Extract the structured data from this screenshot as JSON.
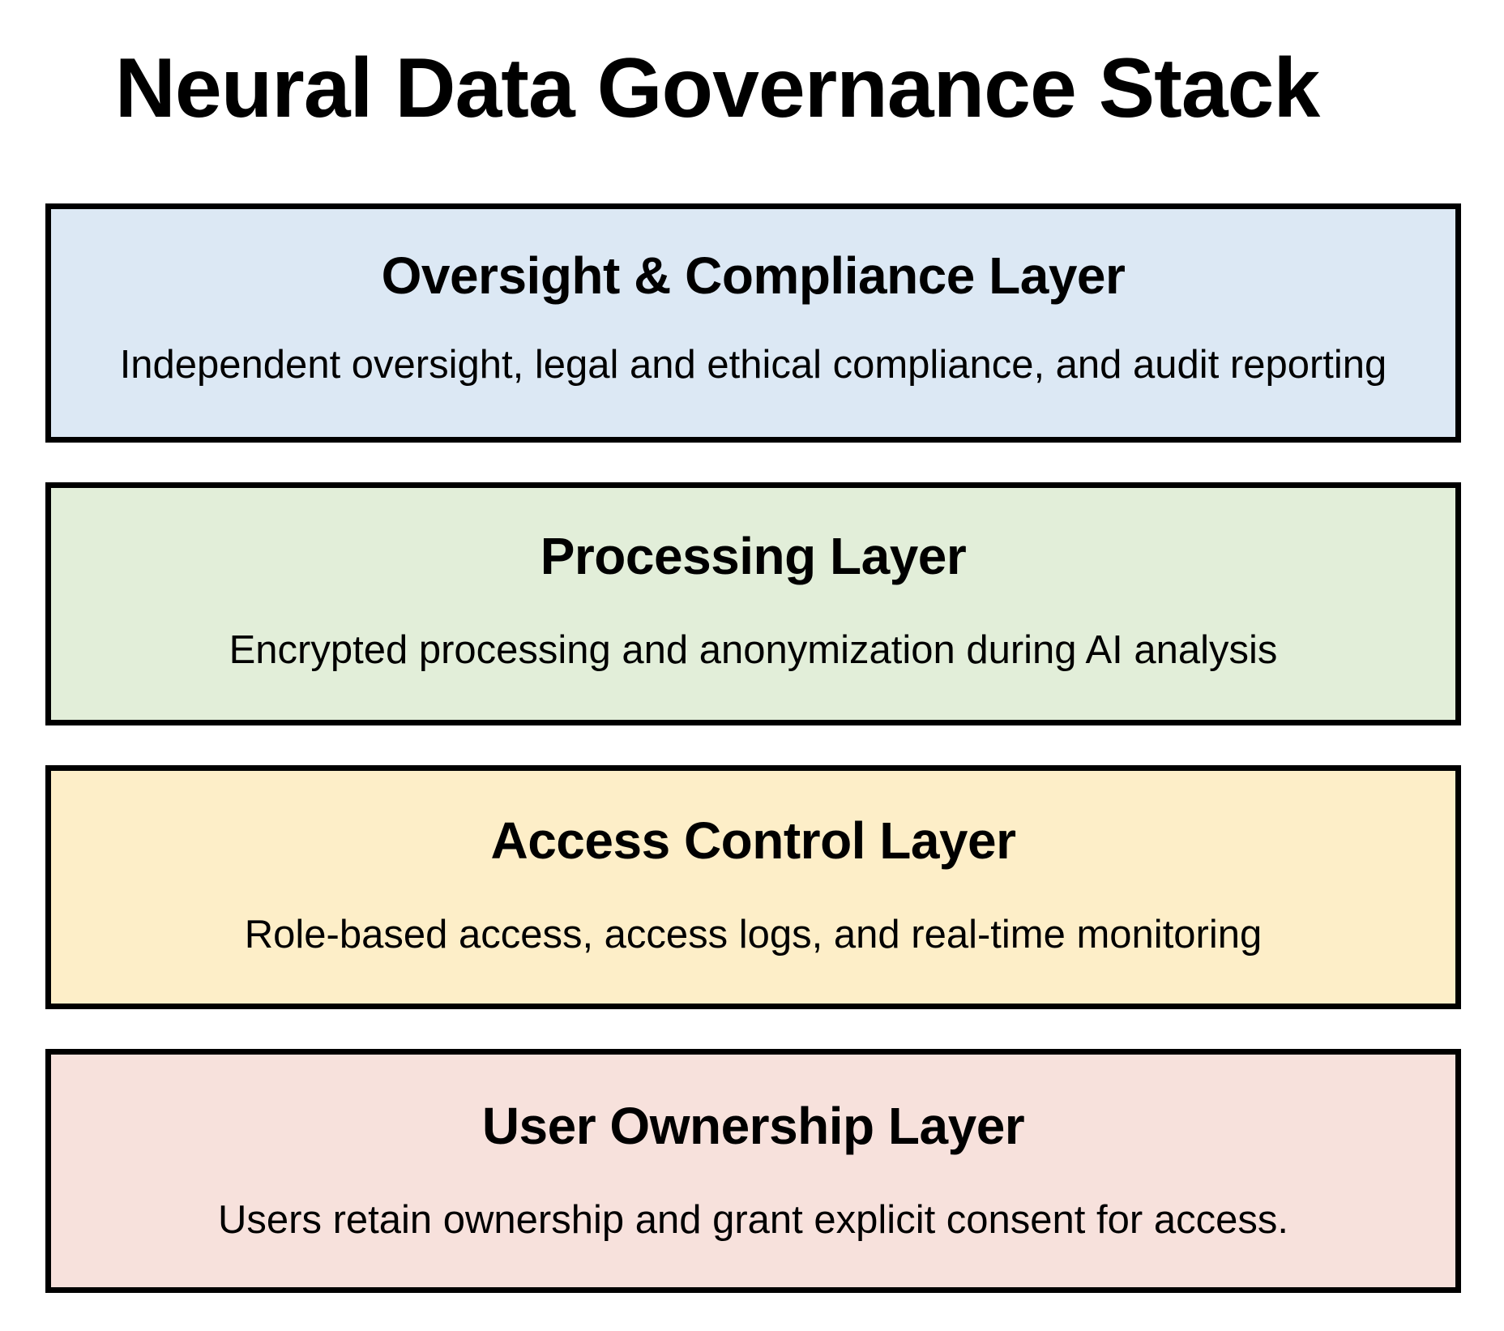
{
  "diagram": {
    "title": "Neural Data Governance Stack",
    "background_color": "#ffffff",
    "border_color": "#000000",
    "text_color": "#000000",
    "layers": [
      {
        "name": "Oversight & Compliance Layer",
        "description": "Independent oversight, legal and ethical compliance, and audit reporting",
        "fill_color": "#dce8f4"
      },
      {
        "name": "Processing Layer",
        "description": "Encrypted processing and anonymization during AI analysis",
        "fill_color": "#e2eed9"
      },
      {
        "name": "Access Control Layer",
        "description": "Role-based access, access logs, and real-time monitoring",
        "fill_color": "#fdeec8"
      },
      {
        "name": "User Ownership Layer",
        "description": "Users retain ownership and grant explicit consent for access.",
        "fill_color": "#f7e1dc"
      }
    ]
  }
}
